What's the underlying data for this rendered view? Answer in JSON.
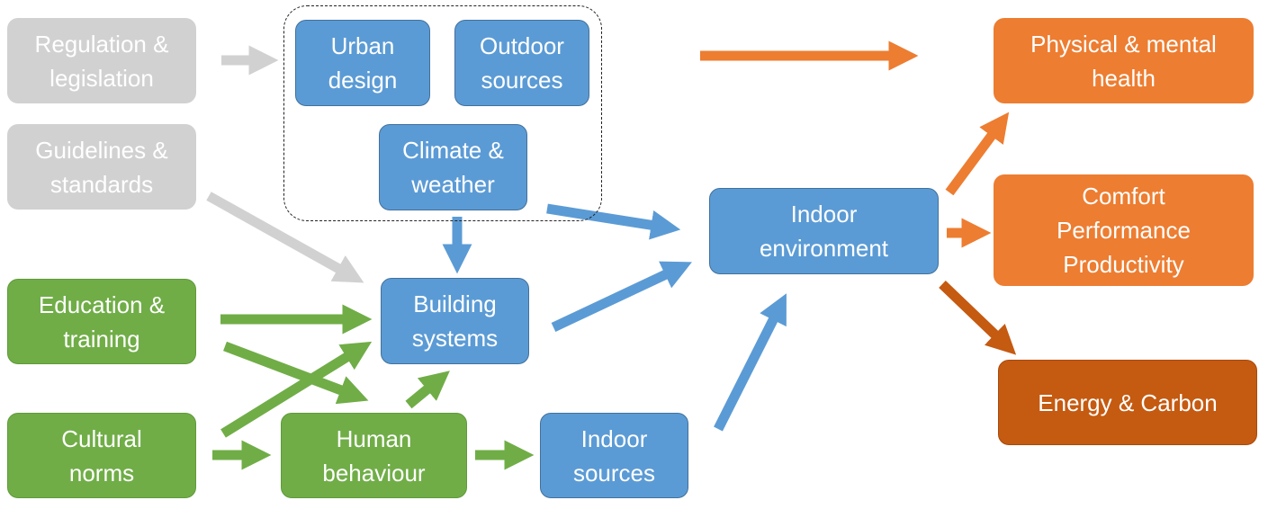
{
  "nodes": {
    "regulation": {
      "lines": [
        "Regulation &",
        "legislation"
      ]
    },
    "guidelines": {
      "lines": [
        "Guidelines &",
        "standards"
      ]
    },
    "education": {
      "lines": [
        "Education &",
        "training"
      ]
    },
    "cultural": {
      "lines": [
        "Cultural",
        "norms"
      ]
    },
    "urban": {
      "lines": [
        "Urban",
        "design"
      ]
    },
    "outdoor": {
      "lines": [
        "Outdoor",
        "sources"
      ]
    },
    "climate": {
      "lines": [
        "Climate &",
        "weather"
      ]
    },
    "building": {
      "lines": [
        "Building",
        "systems"
      ]
    },
    "human": {
      "lines": [
        "Human",
        "behaviour"
      ]
    },
    "indoor_src": {
      "lines": [
        "Indoor",
        "sources"
      ]
    },
    "indoor_env": {
      "lines": [
        "Indoor",
        "environment"
      ]
    },
    "health": {
      "lines": [
        "Physical & mental",
        "health"
      ]
    },
    "comfort": {
      "lines": [
        "Comfort",
        "Performance",
        "Productivity"
      ]
    },
    "energy": {
      "lines": [
        "Energy & Carbon"
      ]
    }
  },
  "colors": {
    "grey": "#d2d1d1",
    "green": "#70ad47",
    "blue": "#5b9bd5",
    "orange": "#ed7d31",
    "dark_orange": "#c55a11"
  }
}
